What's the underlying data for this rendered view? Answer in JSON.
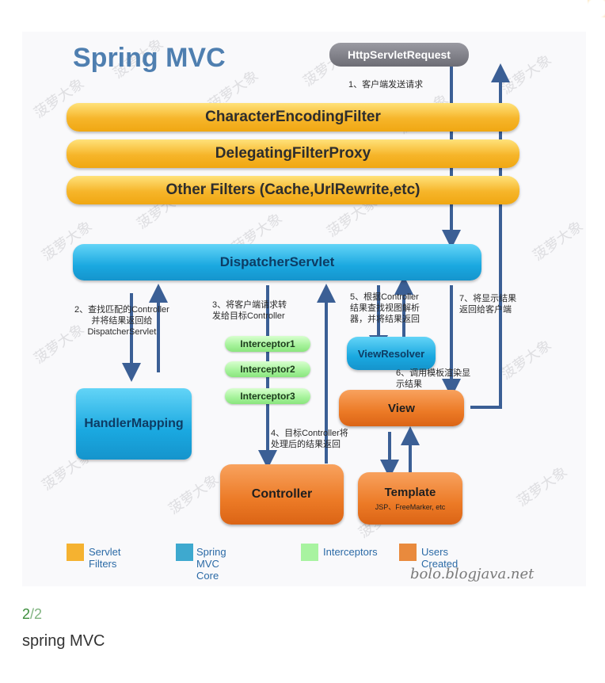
{
  "viewer": {
    "diagram": {
      "title": "Spring MVC",
      "http_request": "HttpServletRequest",
      "filters": [
        "CharacterEncodingFilter",
        "DelegatingFilterProxy",
        "Other Filters (Cache,UrlRewrite,etc)"
      ],
      "dispatcher": "DispatcherServlet",
      "handler_mapping": "HandlerMapping",
      "interceptors": [
        "Interceptor1",
        "Interceptor2",
        "Interceptor3"
      ],
      "controller": "Controller",
      "view_resolver": "ViewResolver",
      "view": "View",
      "template": {
        "title": "Template",
        "subtitle": "JSP、FreeMarker, etc"
      },
      "steps": [
        "1、客户端发送请求",
        "2、查找匹配的Controller\n并将结果返回给\nDispatcherServlet",
        "3、将客户端请求转\n发给目标Controller",
        "4、目标Controller将\n处理后的结果返回",
        "5、根据Controller\n结果查找视图解析\n器，并将结果返回",
        "6、调用模板渲染显\n示结果",
        "7、将显示结果\n返回给客户端"
      ],
      "legend": [
        {
          "label": "Servlet Filters",
          "color": "#f5b230"
        },
        {
          "label": "Spring MVC Core",
          "color": "#3ea9cf"
        },
        {
          "label": "Interceptors",
          "color": "#a8f3a0"
        },
        {
          "label": "Users Created",
          "color": "#e98a3d"
        }
      ],
      "watermark_text": "菠萝大象",
      "signature": "bolo.blogjava.net"
    }
  },
  "caption": {
    "counter_current": "2",
    "counter_total": "/2",
    "text": "spring MVC"
  }
}
